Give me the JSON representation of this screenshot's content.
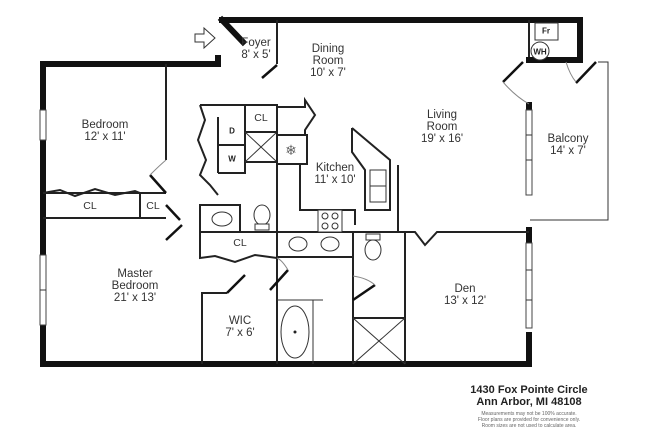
{
  "floorplan": {
    "rooms": [
      {
        "id": "foyer",
        "name": "Foyer",
        "dims": "8' x 5'"
      },
      {
        "id": "dining",
        "name": "Dining Room",
        "name_line1": "Dining",
        "name_line2": "Room",
        "dims": "10' x 7'"
      },
      {
        "id": "living",
        "name": "Living Room",
        "name_line1": "Living",
        "name_line2": "Room",
        "dims": "19' x 16'"
      },
      {
        "id": "balcony",
        "name": "Balcony",
        "dims": "14' x 7'"
      },
      {
        "id": "bedroom",
        "name": "Bedroom",
        "dims": "12' x 11'"
      },
      {
        "id": "kitchen",
        "name": "Kitchen",
        "dims": "11' x 10'"
      },
      {
        "id": "master",
        "name": "Master Bedroom",
        "name_line1": "Master",
        "name_line2": "Bedroom",
        "dims": "21' x 13'"
      },
      {
        "id": "wic",
        "name": "WIC",
        "dims": "7' x 6'"
      },
      {
        "id": "den",
        "name": "Den",
        "dims": "13' x 12'"
      }
    ],
    "closets": [
      "CL",
      "CL",
      "CL",
      "CL"
    ],
    "appliances": {
      "dryer": "D",
      "washer": "W",
      "water_heater": "WH",
      "furnace": "Fr"
    },
    "icons": [
      "entry-arrow-icon",
      "refrigerator-snowflake-icon",
      "stove-icon",
      "sink-icon",
      "toilet-icon",
      "bathtub-icon",
      "shower-icon"
    ]
  },
  "address": {
    "line1": "1430 Fox Pointe Circle",
    "line2": "Ann Arbor, MI 48108"
  },
  "disclaimer": [
    "Measurements may not be 100% accurate.",
    "Floor plans are provided for convenience only.",
    "Room sizes are not used to calculate area."
  ]
}
